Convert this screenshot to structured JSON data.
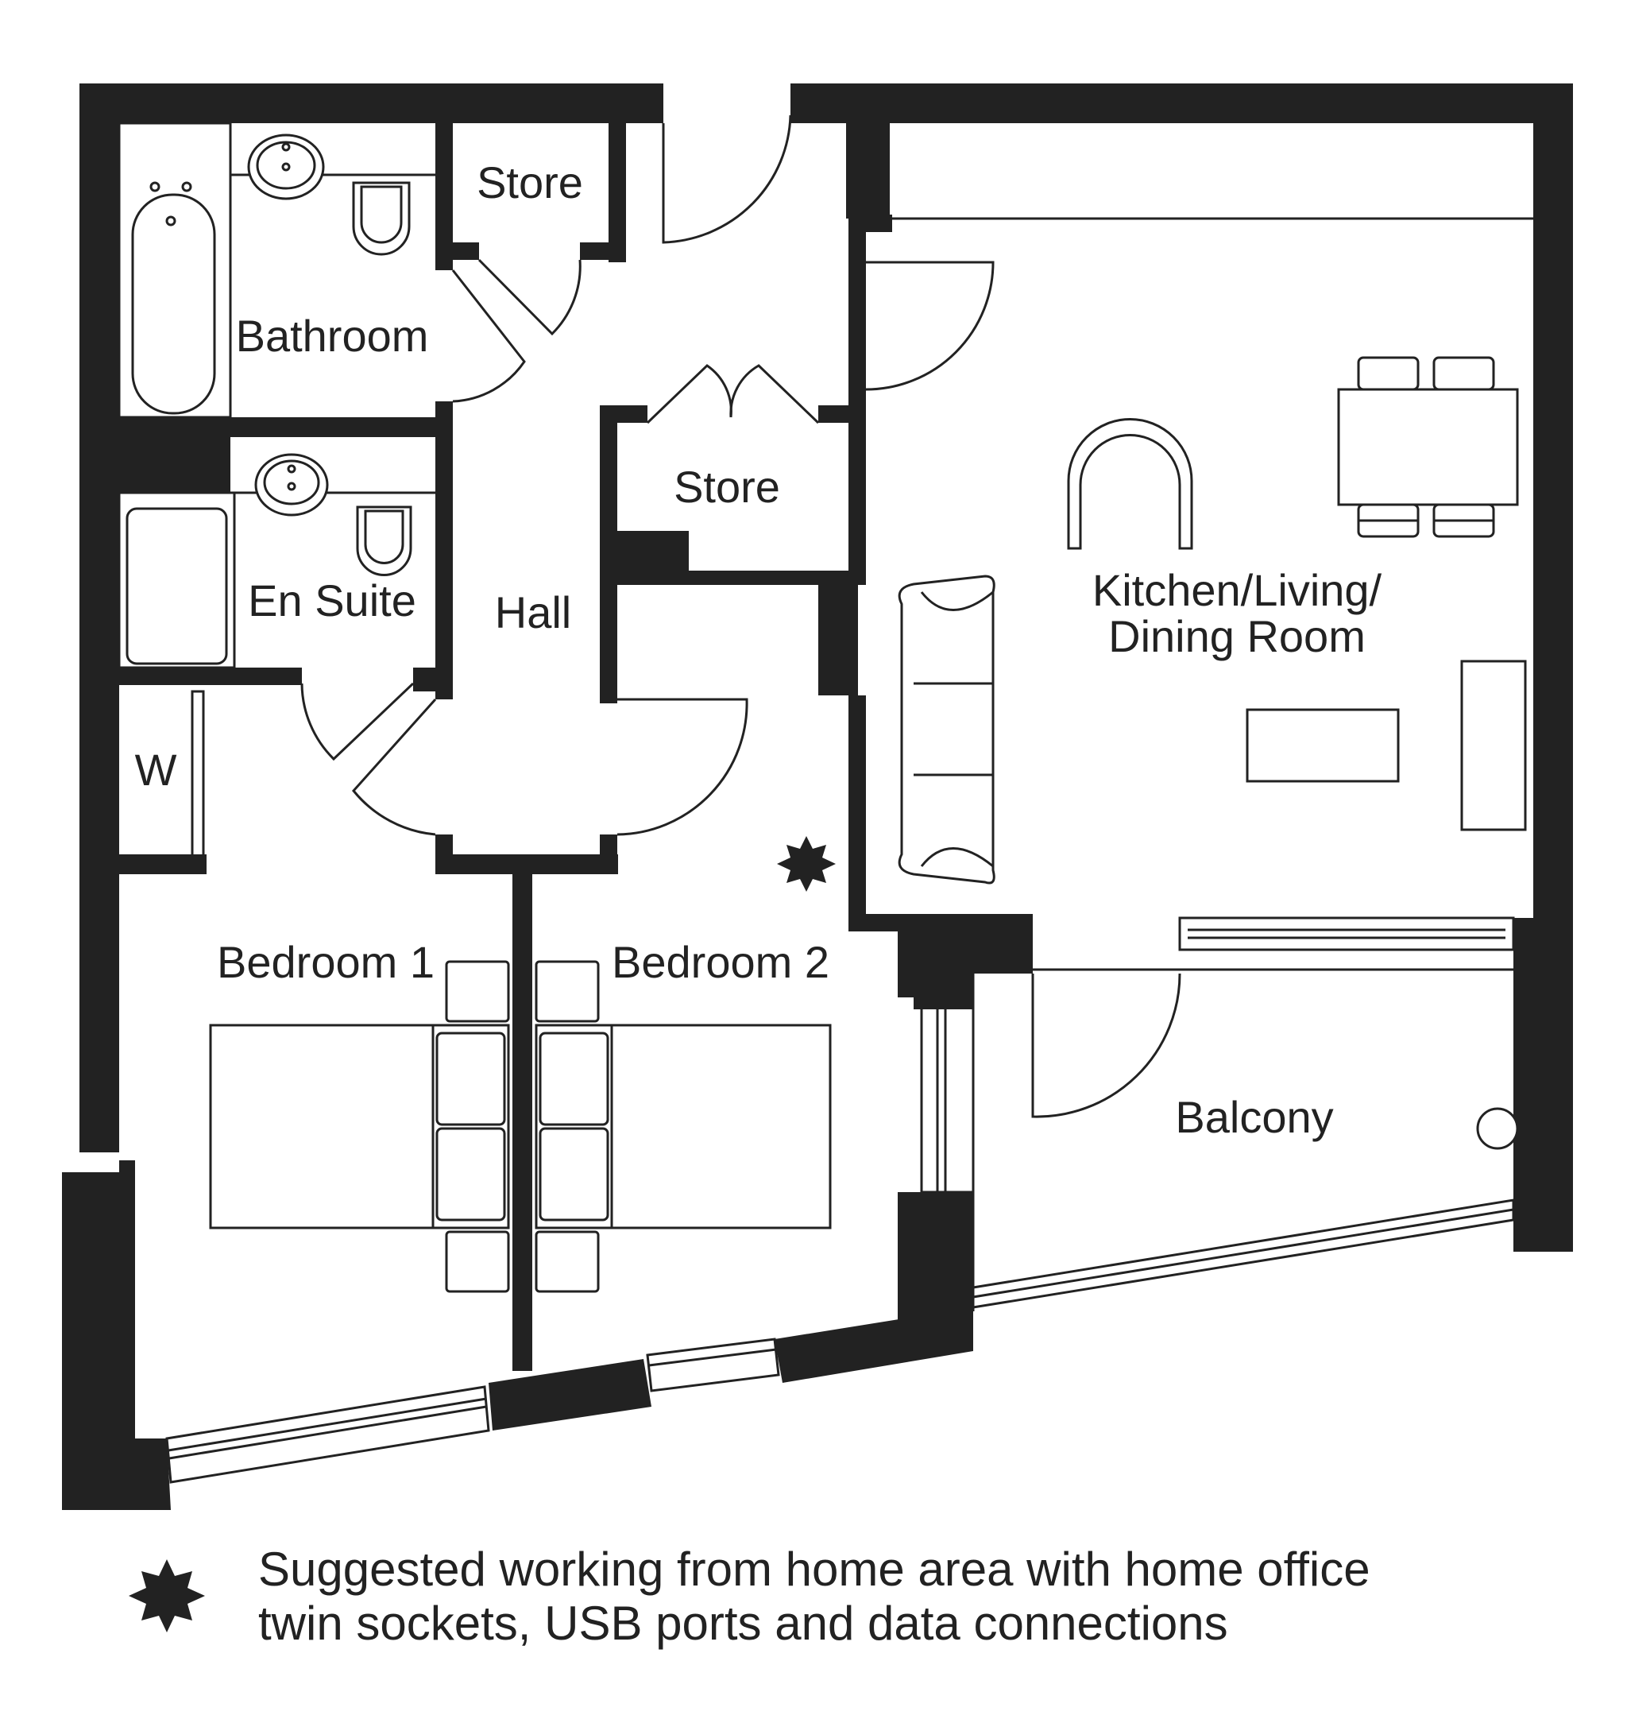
{
  "rooms": {
    "bathroom": "Bathroom",
    "store_1": "Store",
    "store_2": "Store",
    "en_suite": "En Suite",
    "hall": "Hall",
    "wardrobe": "W",
    "kitchen_line1": "Kitchen/Living/",
    "kitchen_line2": "Dining Room",
    "bedroom_1": "Bedroom 1",
    "bedroom_2": "Bedroom 2",
    "balcony": "Balcony"
  },
  "legend": {
    "icon": "star-burst-icon",
    "line1": "Suggested working from home area with home office",
    "line2": "twin sockets, USB ports and data connections"
  },
  "colors": {
    "wall": "#222222",
    "background": "#ffffff"
  }
}
